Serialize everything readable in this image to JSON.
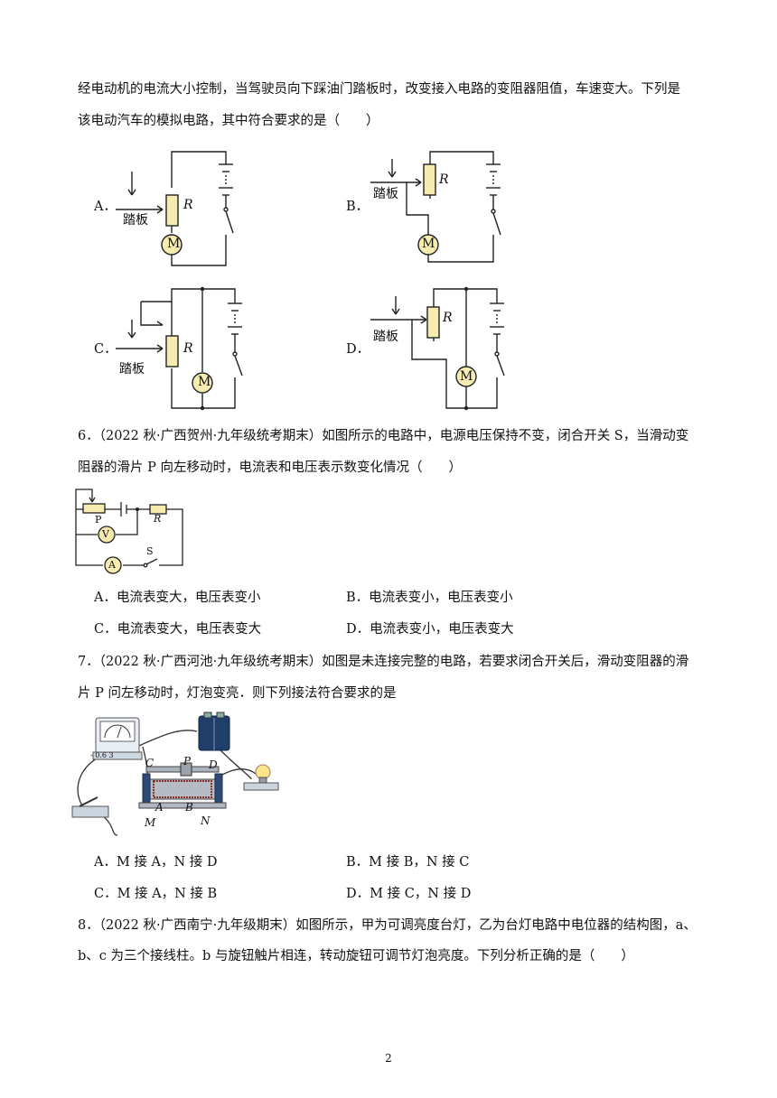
{
  "q5": {
    "line1": "经电动机的电流大小控制，当驾驶员向下踩油门踏板时，改变接入电路的变阻器阻值，车速变大。下列是",
    "line2": "该电动汽车的模拟电路，其中符合要求的是（　　）",
    "option_labels": [
      "A．",
      "B．",
      "C．",
      "D．"
    ],
    "pedal": "踏板",
    "resistor": "R",
    "motor": "M"
  },
  "q6": {
    "line1": "6．（2022 秋·广西贺州·九年级统考期末）如图所示的电路中，电源电压保持不变，闭合开关 S，当滑动变",
    "line2": "阻器的滑片 P 向左移动时，电流表和电压表示数变化情况（　　）",
    "fig": {
      "p": "P",
      "r": "R",
      "v": "V",
      "a": "A",
      "s": "S"
    },
    "options": [
      "A．电流表变大，电压表变小",
      "B．电流表变小，电压表变小",
      "C．电流表变大，电压表变大",
      "D．电流表变小，电压表变大"
    ]
  },
  "q7": {
    "line1": "7．（2022 秋·广西河池·九年级统考期末）如图是未连接完整的电路，若要求闭合开关后，滑动变阻器的滑",
    "line2": "片 P 问左移动时，灯泡变亮．则下列接法符合要求的是",
    "fig": {
      "c": "C",
      "p": "P",
      "d": "D",
      "a": "A",
      "b": "B",
      "m": "M",
      "n": "N",
      "meter": "- 0.6 3"
    },
    "options": [
      "A．M 接 A，N 接 D",
      "B．M 接 B，N 接 C",
      "C．M 接 A，N 接 B",
      "D．M 接 C，N 接 D"
    ]
  },
  "q8": {
    "line1": "8．（2022 秋·广西南宁·九年级期末）如图所示，甲为可调亮度台灯，乙为台灯电路中电位器的结构图，a、",
    "line2": "b、c 为三个接线柱。b 与旋钮触片相连，转动旋钮可调节灯泡亮度。下列分析正确的是（　　）"
  },
  "page_number": "2",
  "colors": {
    "resistor_fill": "#f6ecb0",
    "motor_fill": "#f6ecb0",
    "meter_fill": "#fdf3c4"
  }
}
